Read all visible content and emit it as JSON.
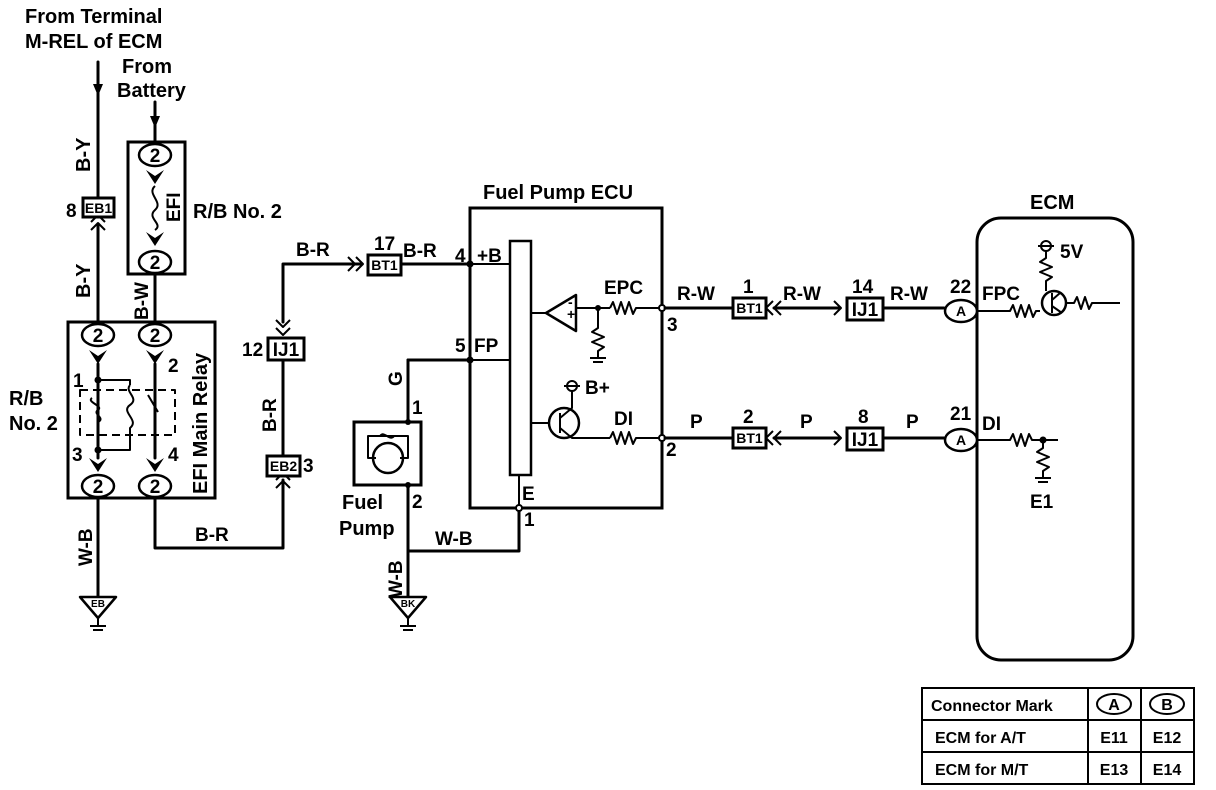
{
  "top": {
    "terminal_line1": "From Terminal",
    "terminal_line2": "M-REL of ECM",
    "battery_line1": "From",
    "battery_line2": "Battery"
  },
  "relay_block": {
    "rb_title": "R/B No. 2",
    "fuse_label": "EFI",
    "rb_left_line1": "R/B",
    "rb_left_line2": "No. 2",
    "relay_name": "EFI Main Relay",
    "pin": "2",
    "pin_1": "1",
    "pin_2": "2",
    "pin_3": "3",
    "pin_4": "4"
  },
  "connectors": {
    "eb1": "EB1",
    "eb1_pin": "8",
    "eb2": "EB2",
    "eb2_pin": "3",
    "ij1": "IJ1",
    "ij1_a_pin": "12",
    "ij1_b_pin": "14",
    "ij1_c_pin": "8",
    "bt1": "BT1",
    "bt1_a_pin": "17",
    "bt1_b_pin": "1",
    "bt1_c_pin": "2"
  },
  "wires": {
    "by": "B-Y",
    "bw": "B-W",
    "wb": "W-B",
    "br": "B-R",
    "rw": "R-W",
    "g": "G",
    "p": "P"
  },
  "grounds": {
    "eb": "EB",
    "bk": "BK"
  },
  "fuel_pump": {
    "line1": "Fuel",
    "line2": "Pump",
    "pin_1": "1",
    "pin_2": "2"
  },
  "fuel_pump_ecu": {
    "title": "Fuel Pump ECU",
    "pin_plus_b": "4",
    "plus_b": "+B",
    "pin_fp": "5",
    "fp": "FP",
    "epc": "EPC",
    "pin_epc": "3",
    "b_plus": "B+",
    "di": "DI",
    "pin_di": "2",
    "e": "E",
    "pin_e": "1",
    "op_plus": "+",
    "op_minus": "-"
  },
  "ecm": {
    "title": "ECM",
    "connector_a": "A",
    "pin_fpc": "22",
    "fpc": "FPC",
    "five_v": "5V",
    "pin_di": "21",
    "di": "DI",
    "e1": "E1"
  },
  "table": {
    "header": "Connector Mark",
    "col_a": "A",
    "col_b": "B",
    "rows": [
      {
        "label": "ECM for A/T",
        "a": "E11",
        "b": "E12"
      },
      {
        "label": "ECM for M/T",
        "a": "E13",
        "b": "E14"
      }
    ]
  }
}
